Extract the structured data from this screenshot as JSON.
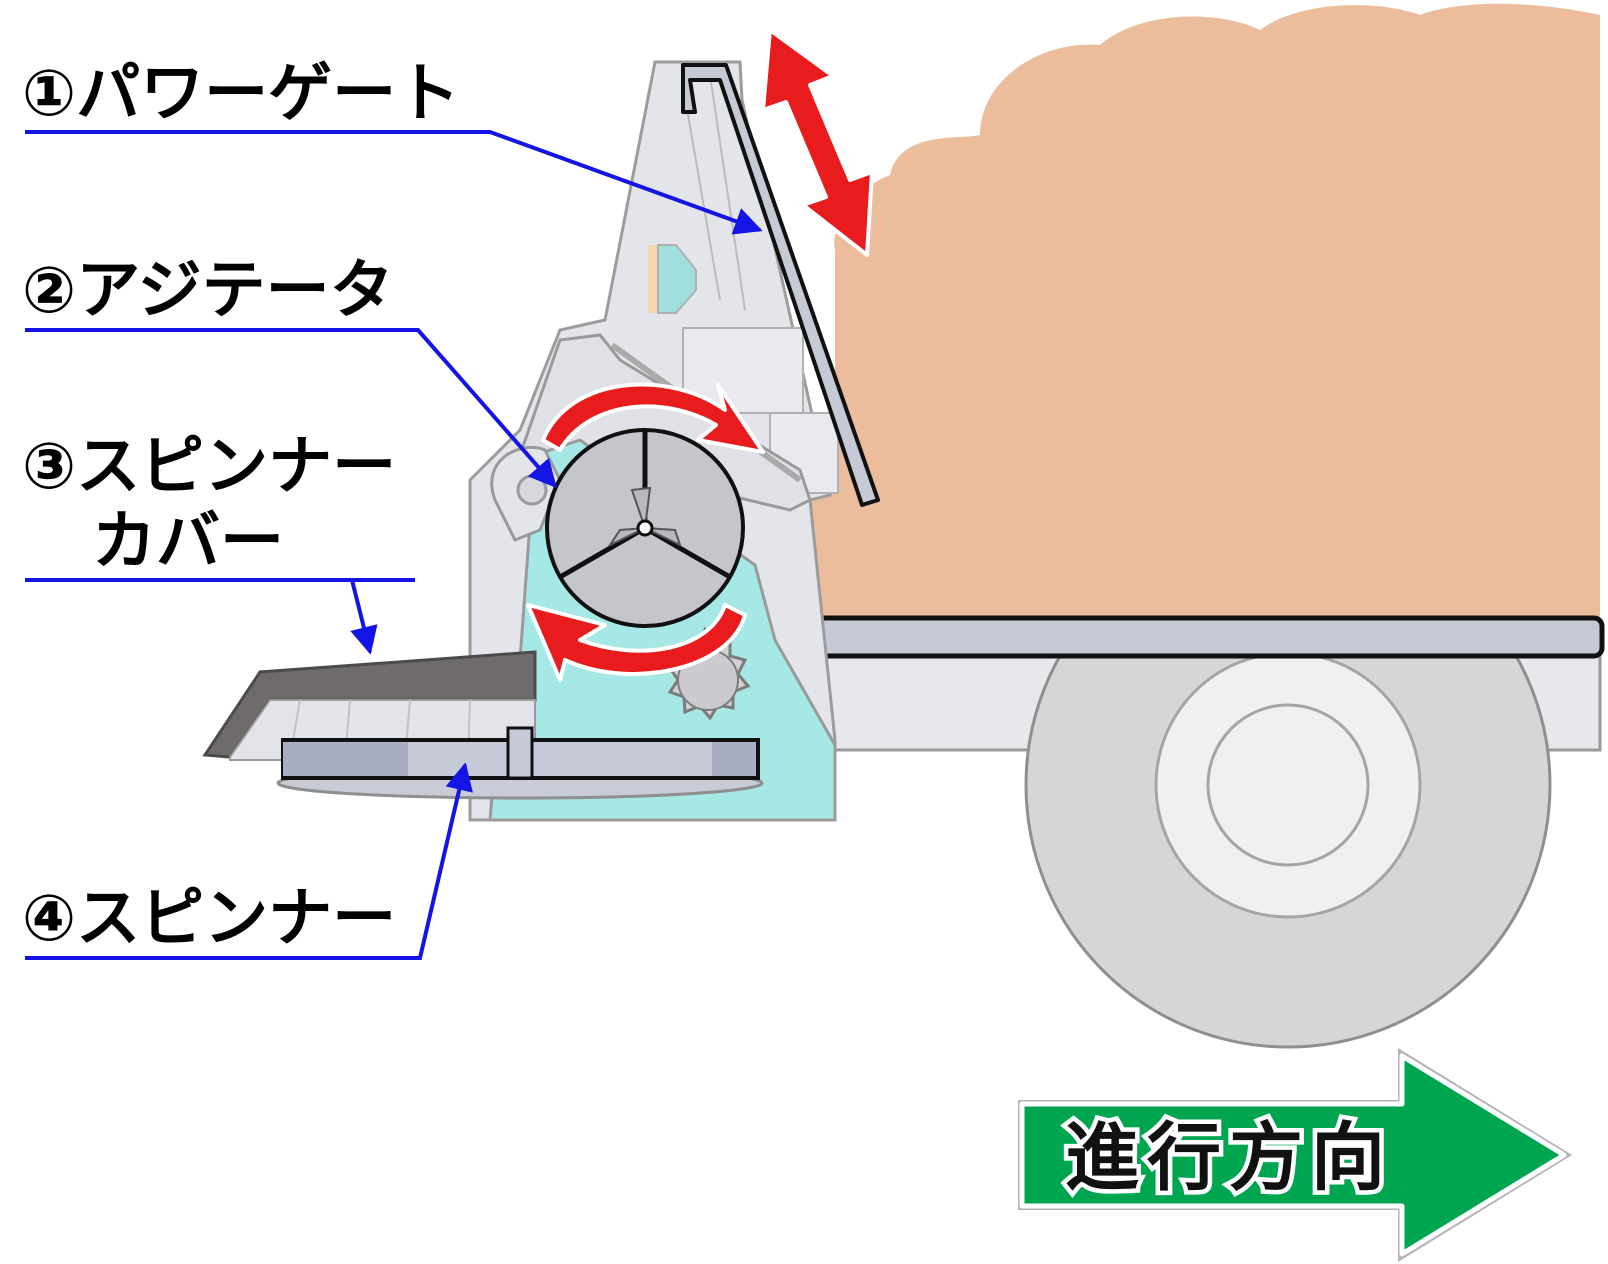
{
  "labels": {
    "power_gate": "①パワーゲート",
    "agitator": "②アジテータ",
    "spinner_cover_line1": "③スピンナー",
    "spinner_cover_line2": "カバー",
    "spinner": "④スピンナー"
  },
  "direction_label": "進行方向",
  "colors": {
    "leader_line": "#1414e6",
    "motion_arrow": "#e81c1c",
    "direction_arrow": "#00a550",
    "material": "#ebbd9c",
    "hopper_body": "#a6e8e6",
    "machine_gray": "#e4e5ea"
  }
}
